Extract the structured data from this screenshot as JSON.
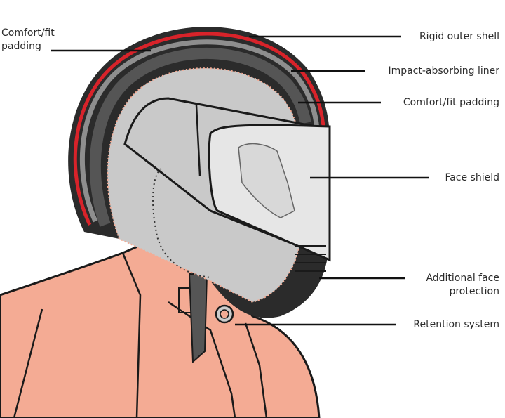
{
  "diagram": {
    "subject": "Motorcycle helmet cross-section",
    "labels": {
      "comfort_fit_padding_top_line1": "Comfort/fit",
      "comfort_fit_padding_top_line2": "padding",
      "rigid_outer_shell": "Rigid outer shell",
      "impact_absorbing_liner": "Impact-absorbing liner",
      "comfort_fit_padding_front": "Comfort/fit padding",
      "face_shield": "Face shield",
      "additional_face_protection_line1": "Additional face",
      "additional_face_protection_line2": "protection",
      "retention_system": "Retention system"
    },
    "colors": {
      "outer_shell": "#2b2b2b",
      "shell_red_layer": "#d8232a",
      "liner_grey": "#8e8e8e",
      "padding_dark": "#555555",
      "helmet_body": "#c9c9c9",
      "skin_jacket": "#f4ab94",
      "leader_line": "#111111",
      "label_text": "#2a2a2a"
    }
  }
}
